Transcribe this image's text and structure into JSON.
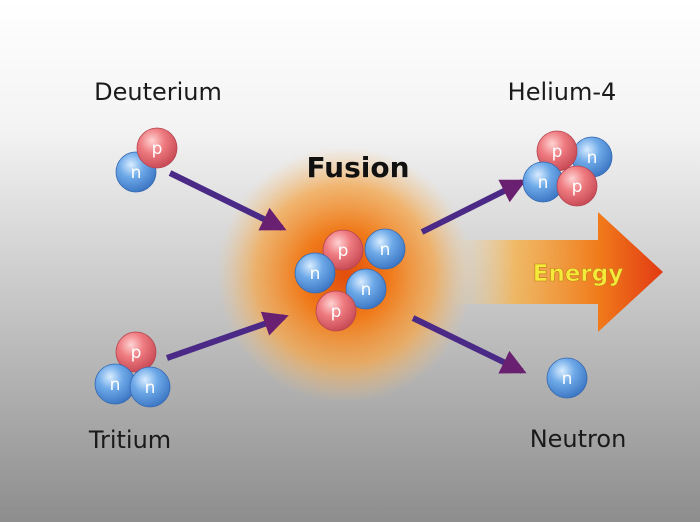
{
  "diagram": {
    "title": "Fusion",
    "labels": {
      "deuterium": "Deuterium",
      "tritium": "Tritium",
      "helium": "Helium-4",
      "neutron": "Neutron"
    },
    "energy_label": "Energy",
    "particle_letters": {
      "proton": "p",
      "neutron": "n"
    },
    "colors": {
      "proton": "#e8737a",
      "neutron": "#6aa6e6",
      "arrow": "#4a2a86",
      "energy_arrow": "#e84a1c",
      "energy_text": "#f3ea3a",
      "glow": "#f07a1a"
    }
  }
}
